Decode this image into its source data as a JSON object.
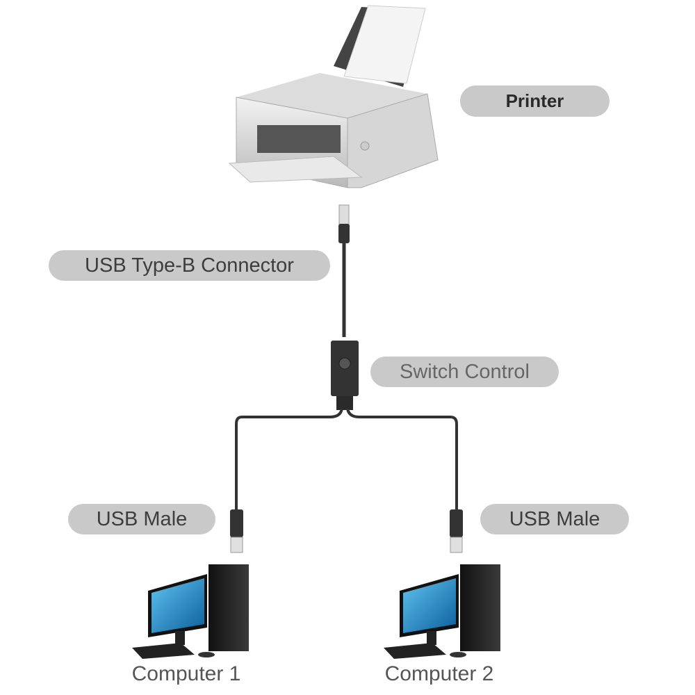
{
  "labels": {
    "printer": "Printer",
    "usb_type_b": "USB Type-B Connector",
    "switch_control": "Switch Control",
    "usb_male_left": "USB Male",
    "usb_male_right": "USB Male",
    "computer_1": "Computer 1",
    "computer_2": "Computer 2"
  },
  "colors": {
    "pill": "#c9c9c9",
    "cable": "#333333",
    "screen": "#1f8fd0"
  }
}
